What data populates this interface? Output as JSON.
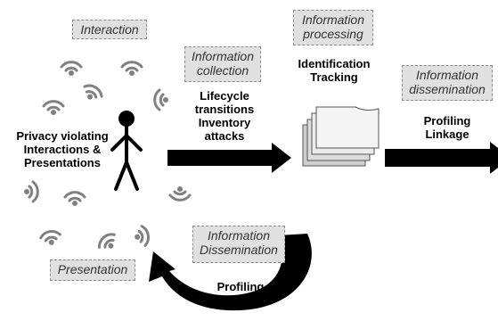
{
  "stages": {
    "interaction": "Interaction",
    "collection": [
      "Information",
      "collection"
    ],
    "processing": [
      "Information",
      "processing"
    ],
    "dissemination_top": [
      "Information",
      "dissemination"
    ],
    "dissemination_bottom": [
      "Information",
      "Dissemination"
    ],
    "presentation": "Presentation"
  },
  "labels": {
    "privacy": [
      "Privacy violating",
      "Interactions &",
      "Presentations"
    ],
    "collection_items": [
      "Lifecycle",
      "transitions",
      "Inventory",
      "attacks"
    ],
    "processing_items": [
      "Identification",
      "Tracking"
    ],
    "dissemination_items": [
      "Profiling",
      "Linkage"
    ],
    "loop_item": "Profiling"
  },
  "colors": {
    "arrow": "#000000",
    "box_fill": "#e0e0e0",
    "icon": "#808080"
  },
  "icons": [
    "wifi-icon",
    "person-icon",
    "document-stack-icon"
  ]
}
